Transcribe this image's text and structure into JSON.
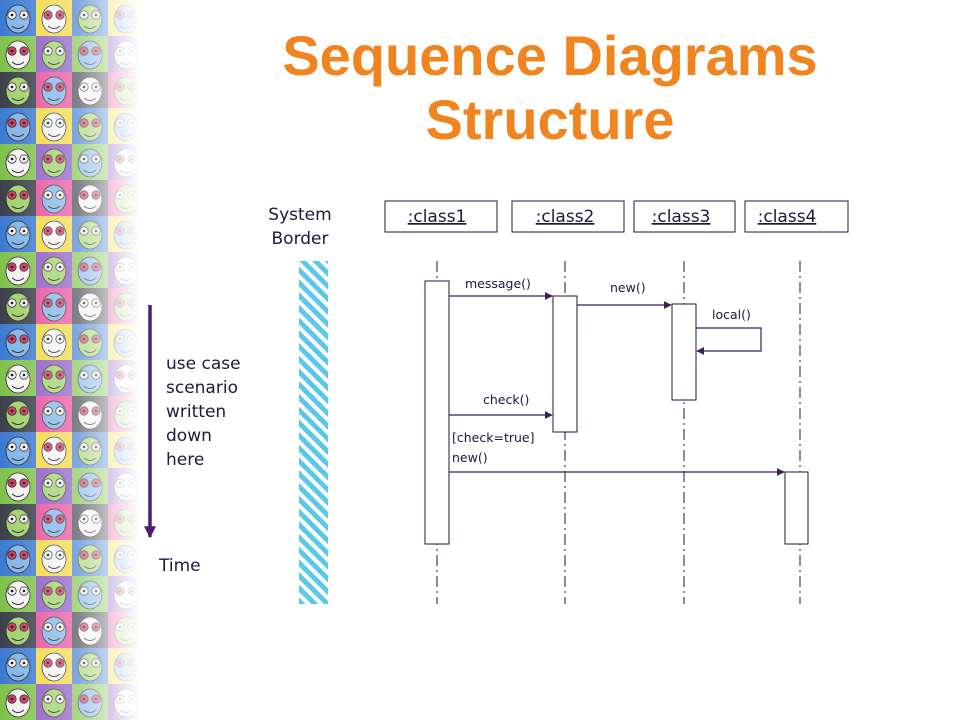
{
  "slide": {
    "title_line1": "Sequence Diagrams",
    "title_line2": "Structure",
    "accent_color": "#f0841e"
  },
  "system_border": {
    "line1": "System",
    "line2": "Border",
    "hatch_color": "#5bc8ea"
  },
  "classes": [
    ":class1",
    ":class2",
    ":class3",
    ":class4"
  ],
  "messages": {
    "message": "message()",
    "new1": "new()",
    "local": "local()",
    "check": "check()",
    "guard_line1": "[check=true]",
    "guard_line2": "new()"
  },
  "time_axis": {
    "label": "Time",
    "color": "#4b1f6e"
  },
  "scenario": {
    "lines": [
      "use case",
      "scenario",
      "written",
      "down",
      "here"
    ]
  },
  "decoration": {
    "strip_icon": "cartoon-face-icon",
    "tile_colors": [
      "#3b7ad1",
      "#e84a9a",
      "#7fc04a",
      "#f0d83c",
      "#3a3f4a",
      "#8a55c4"
    ]
  }
}
